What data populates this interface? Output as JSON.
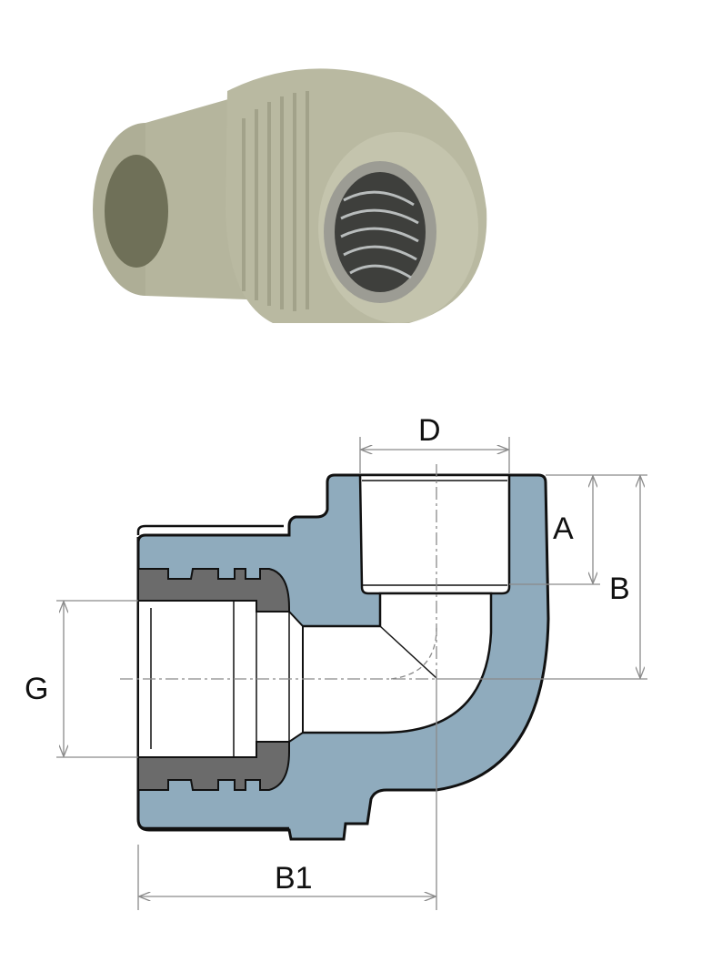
{
  "product_photo": {
    "icon": "pipe-elbow-fitting-photo"
  },
  "drawing": {
    "labels": {
      "D": "D",
      "A": "A",
      "B": "B",
      "G": "G",
      "B1": "B1"
    },
    "colors": {
      "body": "#8FABBD",
      "insert": "#6B6B6B",
      "outline": "#111111",
      "dimension": "#8A8A8A",
      "plastic": "#B3B39B"
    }
  }
}
